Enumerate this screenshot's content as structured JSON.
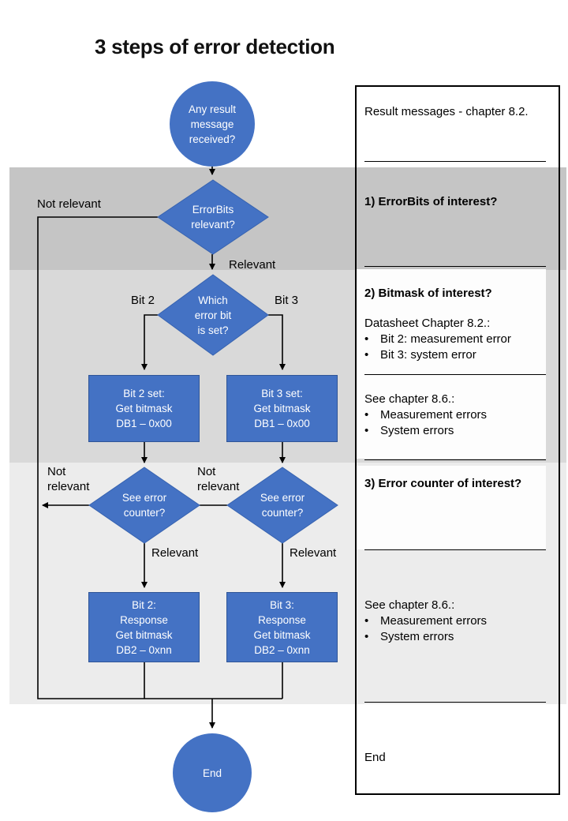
{
  "title": "3 steps of error detection",
  "colors": {
    "node_blue": "#4472C4",
    "node_border_blue": "#2F5597",
    "band1_gray": "#C5C5C5",
    "band2_gray": "#D9D9D9",
    "band3_gray": "#ECECEC"
  },
  "flow": {
    "start": "Any result\nmessage\nreceived?",
    "decision_errorbits": "ErrorBits\nrelevant?",
    "decision_which_bit": "Which\nerror bit\nis set?",
    "process_bit2_set": "Bit 2 set:\nGet bitmask\nDB1 – 0x00",
    "process_bit3_set": "Bit 3 set:\nGet bitmask\nDB1 – 0x00",
    "decision_counter_left": "See error\ncounter?",
    "decision_counter_right": "See error\ncounter?",
    "process_bit2_response": "Bit 2:\nResponse\nGet bitmask\nDB2 – 0xnn",
    "process_bit3_response": "Bit 3:\nResponse\nGet bitmask\nDB2 – 0xnn",
    "end": "End",
    "labels": {
      "not_relevant_top": "Not relevant",
      "relevant_top": "Relevant",
      "bit2": "Bit 2",
      "bit3": "Bit 3",
      "not_relevant_left": "Not\nrelevant",
      "not_relevant_mid": "Not\nrelevant",
      "relevant_left": "Relevant",
      "relevant_right": "Relevant"
    }
  },
  "panel": {
    "bullet_char": "•",
    "section1": "Result messages - chapter 8.2.",
    "section2_heading": "1) ErrorBits of interest?",
    "section3_heading": "2) Bitmask of interest?",
    "section3_sub": "Datasheet Chapter 8.2.:",
    "section3_bullet1": "Bit 2: measurement error",
    "section3_bullet2": "Bit 3: system error",
    "section4_sub": "See chapter 8.6.:",
    "section4_bullet1": "Measurement errors",
    "section4_bullet2": "System errors",
    "section5_heading": "3) Error counter of interest?",
    "section6_sub": "See chapter 8.6.:",
    "section6_bullet1": "Measurement errors",
    "section6_bullet2": "System errors",
    "section7": "End"
  }
}
